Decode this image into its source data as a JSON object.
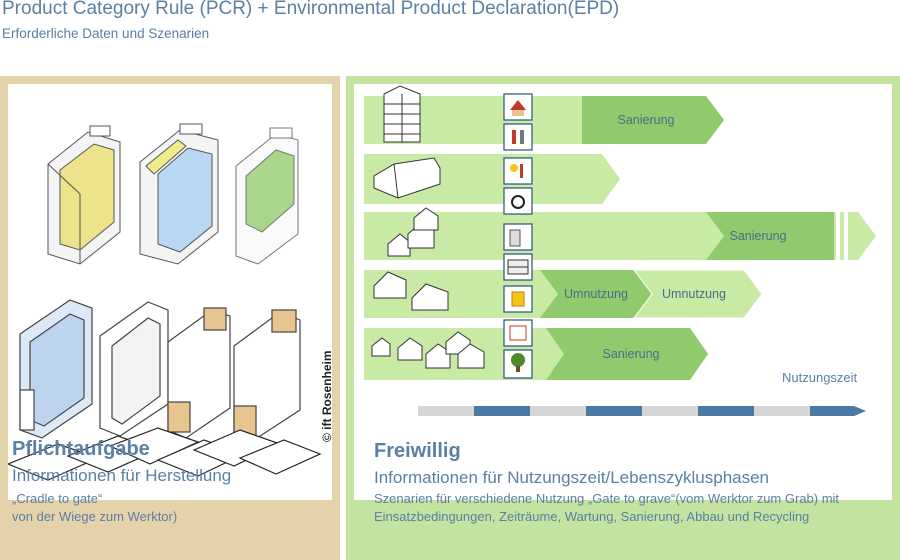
{
  "title": "Product Category Rule (PCR) + Environmental Product Declaration(EPD)",
  "subtitle": "Erforderliche Daten und Szenarien",
  "left_panel": {
    "copyright": "© ift Rosenheim",
    "heading": "Pflichtaufgabe",
    "subheading": "Informationen für Herstellung",
    "body_line1": "„Cradle to gate“",
    "body_line2": "von der Wiege zum Werktor)"
  },
  "right_panel": {
    "heading": "Freiwillig",
    "subheading": "Informationen für Nutzungszeit/Lebenszyklusphasen",
    "body": "Szenarien für verschiedene Nutzung „Gate to grave“(vom Werktor zum Grab) mit Einsatzbedingungen, Zeiträume, Wartung, Sanierung, Abbau und Recycling",
    "axis_label": "Nutzungszeit",
    "rows": [
      {
        "building": "highrise-building",
        "labels": [
          "Sanierung"
        ]
      },
      {
        "building": "hall-building",
        "labels": []
      },
      {
        "building": "house-cluster",
        "labels": [
          "Sanierung"
        ]
      },
      {
        "building": "two-houses",
        "labels": [
          "Umnutzung",
          "Umnutzung"
        ]
      },
      {
        "building": "village",
        "labels": [
          "Sanierung"
        ]
      }
    ],
    "icons": [
      "house-icon",
      "tools-icon",
      "sun-thermometer-icon",
      "wheelchair-icon",
      "door-icon",
      "grid-icon",
      "paint-bucket-icon",
      "window-tool-icon",
      "tree-certificate-icon"
    ]
  },
  "colors": {
    "text_blue": "#5b7fa6",
    "left_frame": "#e4d2aa",
    "right_frame": "#c5e3a0",
    "arrow_light": "#c8eaa4",
    "arrow_dark": "#8fcb6d",
    "timeline_gray": "#d6d6d6",
    "timeline_blue": "#4a7ba7"
  }
}
